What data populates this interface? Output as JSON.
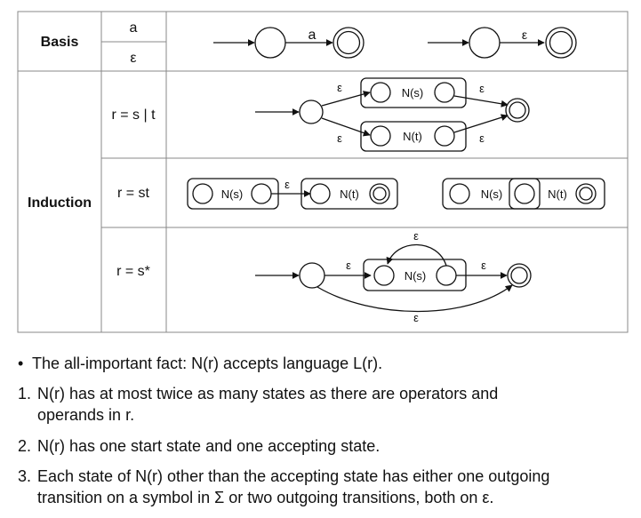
{
  "table": {
    "basis_label": "Basis",
    "induction_label": "Induction",
    "rows": {
      "basis_a": "a",
      "basis_eps": "ε",
      "union": "r = s | t",
      "concat": "r = st",
      "star": "r = s*"
    }
  },
  "diagram_labels": {
    "a": "a",
    "eps": "ε",
    "ns": "N(s)",
    "nt": "N(t)"
  },
  "notes": {
    "bullet_marker": "•",
    "bullet_text": "The all-important fact: N(r) accepts language L(r).",
    "item1_marker": "1.",
    "item1_line1": "N(r) has at most twice as many states as there are operators and",
    "item1_line2": "operands in r.",
    "item2_marker": "2.",
    "item2_text": "N(r) has one start state and one accepting state.",
    "item3_marker": "3.",
    "item3_line1": "Each state of N(r) other than the accepting state has either one outgoing",
    "item3_line2": "transition on a symbol in Σ or two outgoing transitions, both on ε."
  }
}
